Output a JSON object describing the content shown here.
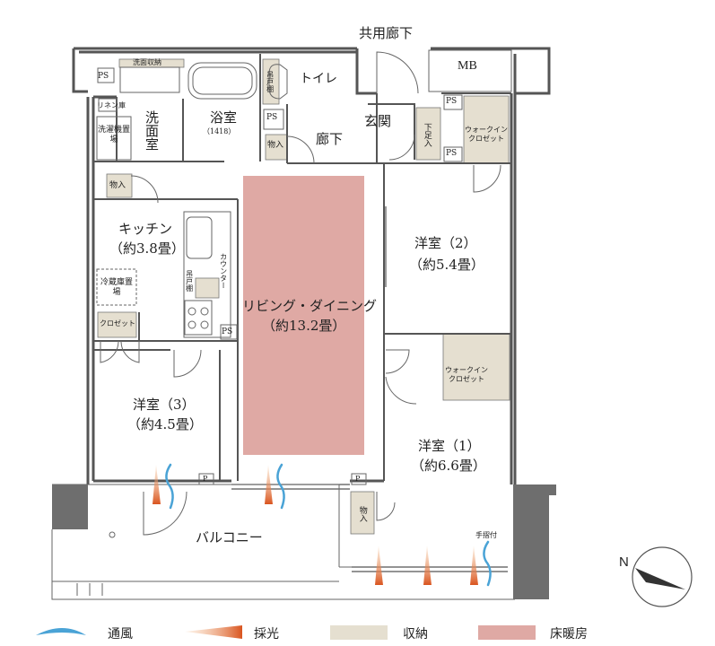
{
  "labels": {
    "common_corridor": "共用廊下",
    "mb": "MB",
    "ps": "PS",
    "linen": "リネン庫",
    "open_shelf": "洗面収納",
    "washroom": "洗面室",
    "washer": "洗濯機置場",
    "bath": "浴室",
    "bath_size": "（1418）",
    "hanging_shelf": "吊戸棚",
    "toilet": "トイレ",
    "storage": "物入",
    "hallway": "廊下",
    "entrance": "玄関",
    "shoe_box": "下足入",
    "walkin_closet": "ウォークイン クロゼット",
    "kitchen": "キッチン",
    "kitchen_size": "（約3.8畳）",
    "counter": "カウンター",
    "fridge": "冷蔵庫置場",
    "closet": "クロゼット",
    "living": "リビング・ダイニング",
    "living_size": "（約13.2畳）",
    "western2": "洋室（2）",
    "western2_size": "（約5.4畳）",
    "western3": "洋室（3）",
    "western3_size": "（約4.5畳）",
    "western1": "洋室（1）",
    "western1_size": "（約6.6畳）",
    "balcony": "バルコニー",
    "handrail": "手摺付",
    "p": "P",
    "north": "N"
  },
  "legend": [
    {
      "label": "通風",
      "color": "#4aa3d6",
      "icon": "wind-icon"
    },
    {
      "label": "採光",
      "color": "#e8873a",
      "icon": "sunlight-icon"
    },
    {
      "label": "収納",
      "color": "#e5dfd0",
      "icon": "storage-swatch"
    },
    {
      "label": "床暖房",
      "color": "#dfa9a4",
      "icon": "floor-heating-swatch"
    }
  ],
  "colors": {
    "wall": "#555555",
    "storage": "#e5dfd0",
    "floor_heating": "#dfa9a4",
    "pillar": "#6e6e6e"
  }
}
